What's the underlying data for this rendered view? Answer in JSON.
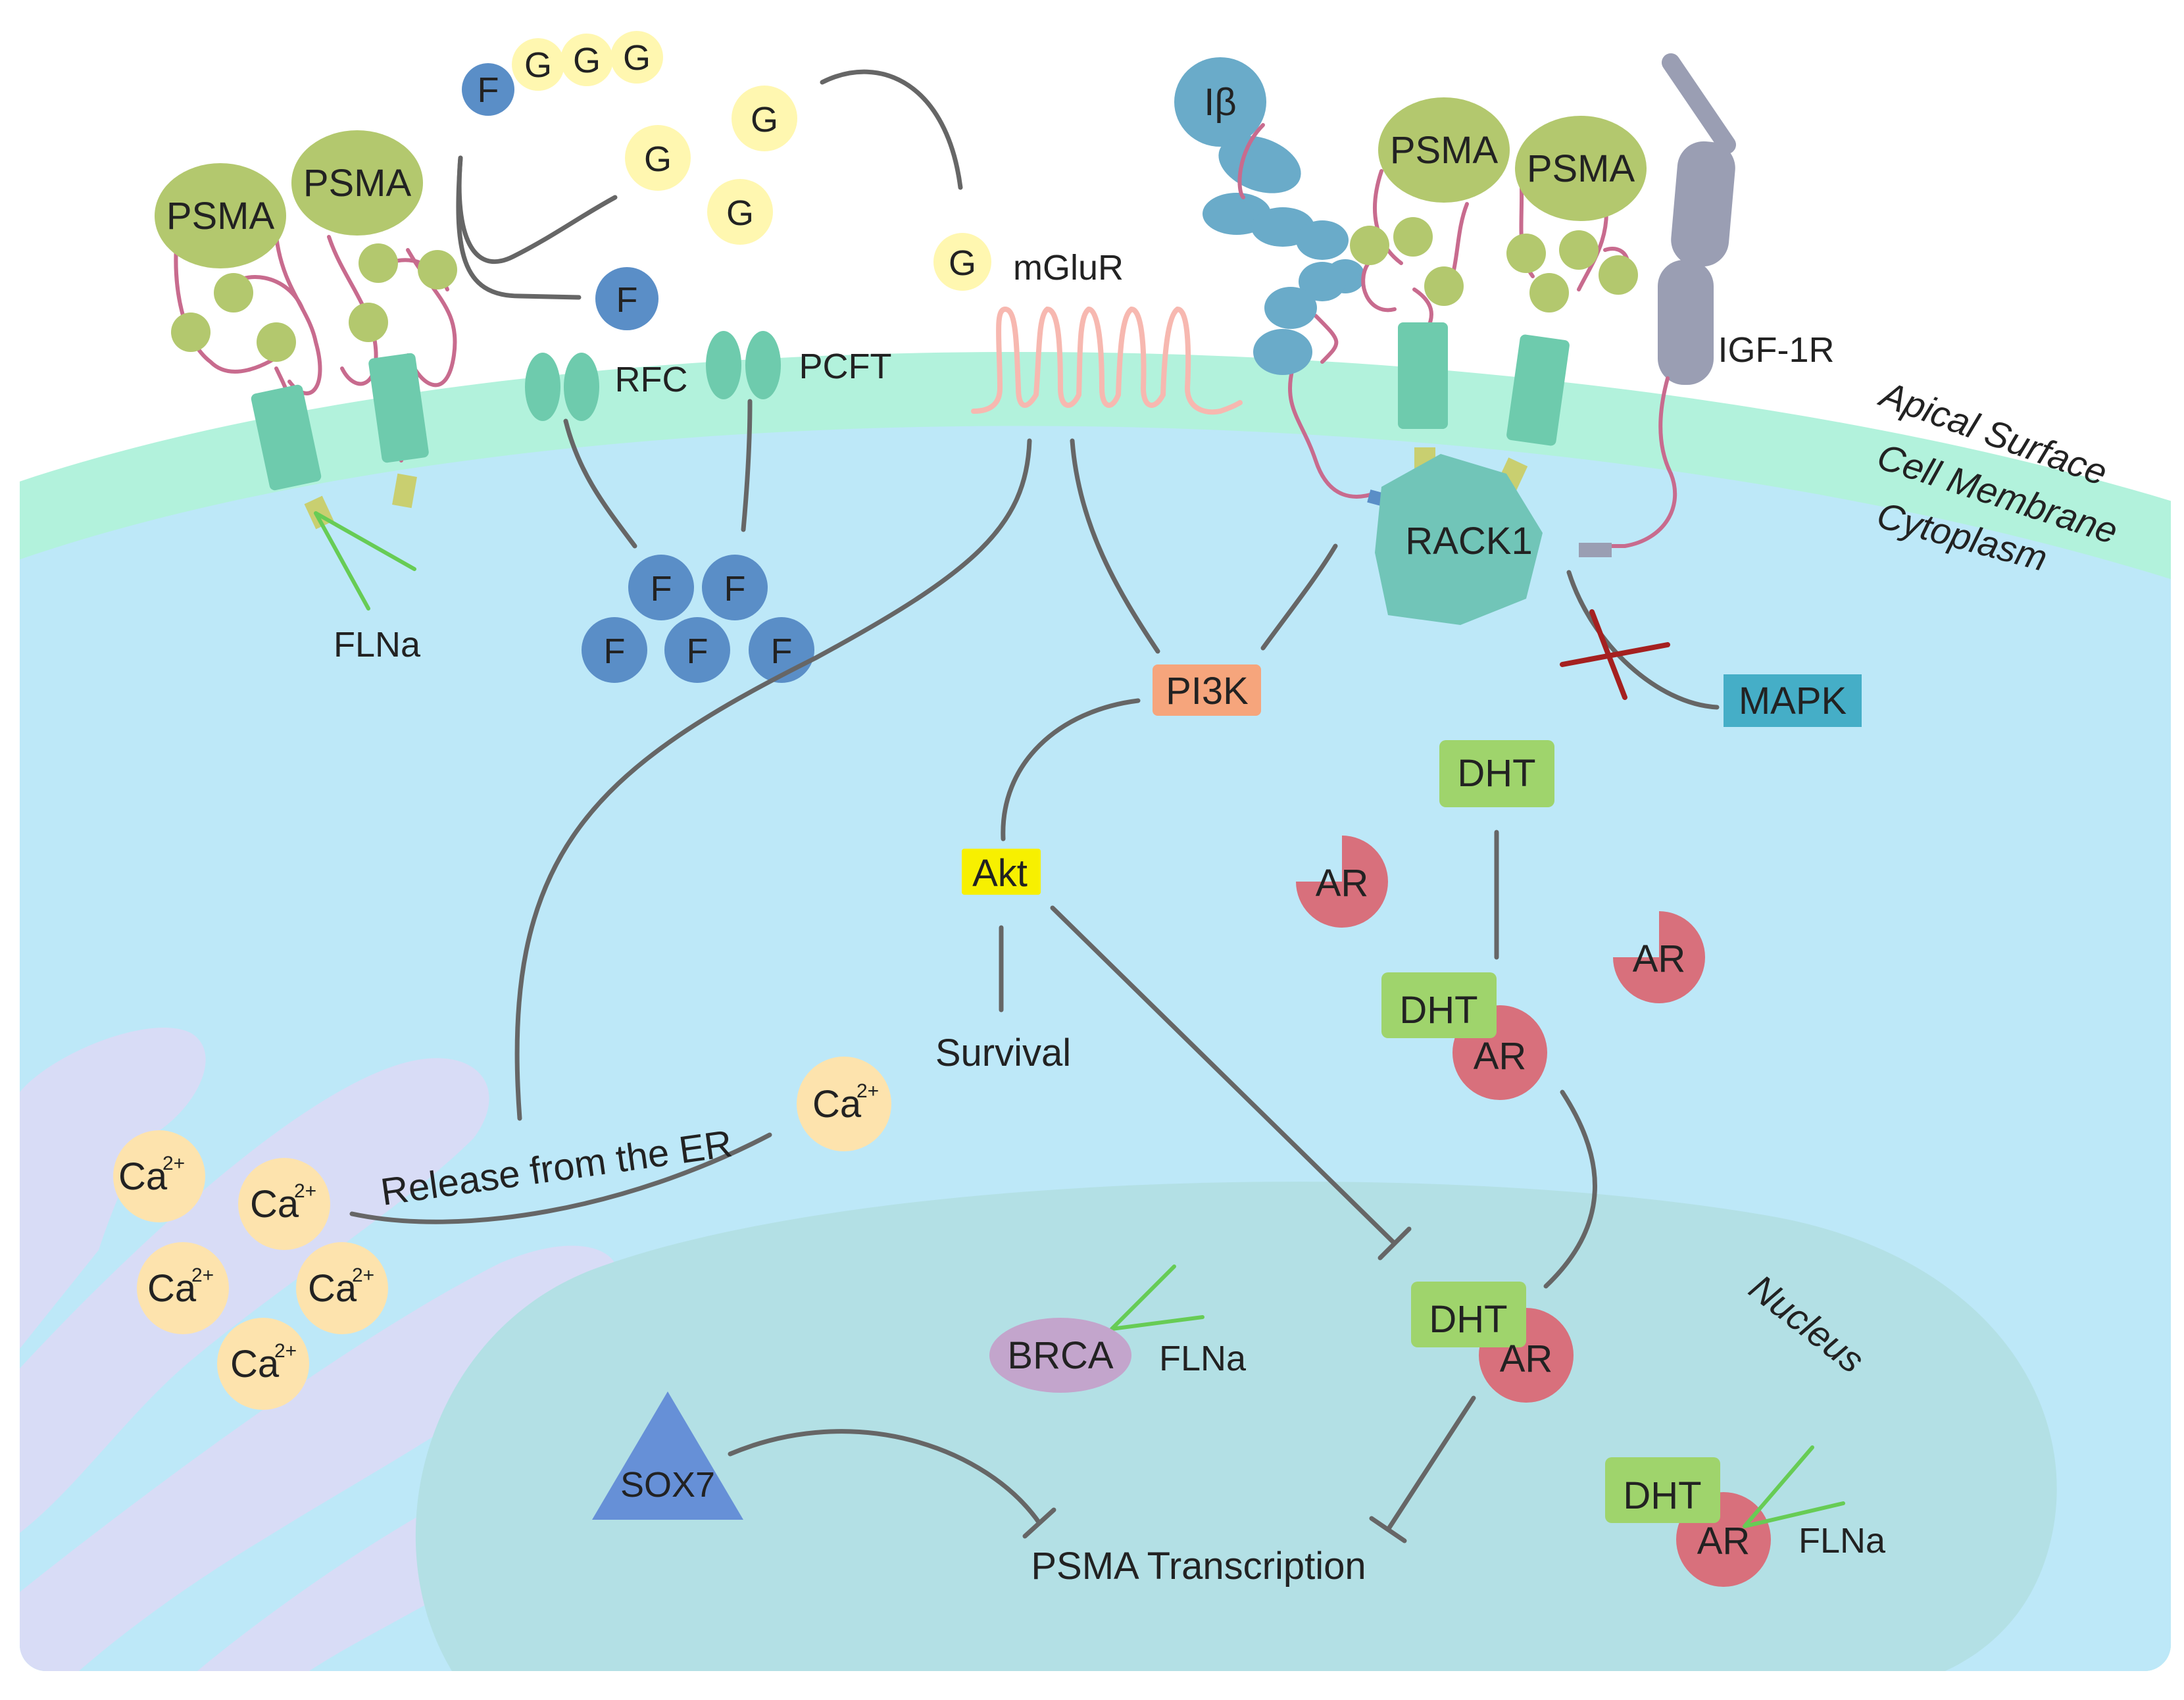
{
  "labels": {
    "psma": "PSMA",
    "flna": "FLNa",
    "f": "F",
    "g": "G",
    "rfc": "RFC",
    "pcft": "PCFT",
    "mglur": "mGluR",
    "ibeta": "Iβ",
    "igf1r": "IGF-1R",
    "rack1": "RACK1",
    "pi3k": "PI3K",
    "akt": "Akt",
    "survival": "Survival",
    "mapk": "MAPK",
    "dht": "DHT",
    "ar": "AR",
    "ca": "Ca",
    "ca_charge": "2+",
    "release": "Release from the ER",
    "brca": "BRCA",
    "sox7": "SOX7",
    "psma_transcription": "PSMA Transcription"
  },
  "regions": {
    "apical_surface": "Apical Surface",
    "cell_membrane": "Cell Membrane",
    "cytoplasm": "Cytoplasm",
    "nucleus": "Nucleus"
  },
  "colors": {
    "membrane": "#b2f2dc",
    "cytoplasm": "#bde8f8",
    "nucleus": "#b3e0e5",
    "er": "#d8dcf6",
    "psma": "#b3c86e",
    "transmembrane": "#6ecbad",
    "folate": "#5a8ec7",
    "glutamate": "#fff7b0",
    "ib_chain": "#6aabc9",
    "igf1r": "#9a9eb3",
    "rack1": "#71c5b8",
    "pi3k": "#f6a57c",
    "akt": "#f7f000",
    "mapk": "#45aec7",
    "dht": "#9fd46c",
    "ar": "#d8707c",
    "calcium": "#fde3ad",
    "brca": "#c3a5cc",
    "sox7": "#6690d7",
    "flna": "#67cc55",
    "block_mark": "#a52020"
  }
}
